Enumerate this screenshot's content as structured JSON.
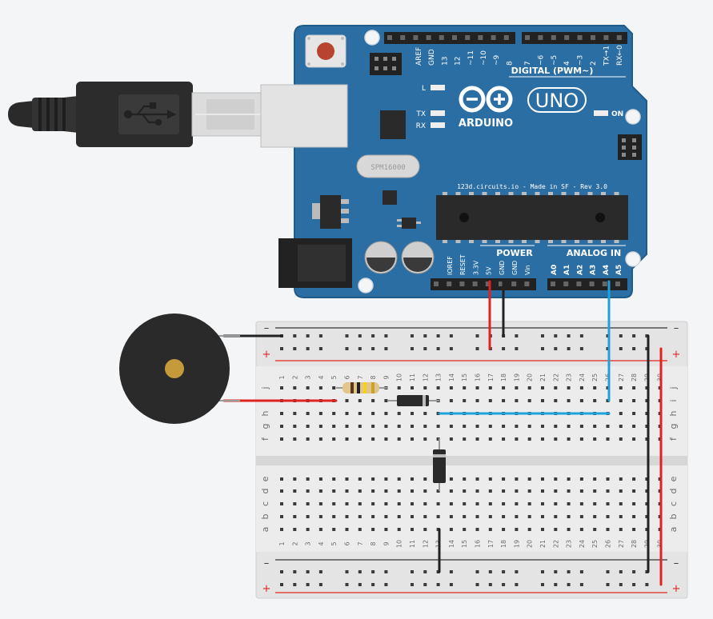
{
  "board": {
    "digital_pins": [
      "AREF",
      "GND",
      "13",
      "12",
      "~11",
      "~10",
      "~9",
      "8",
      "7",
      "~6",
      "~5",
      "4",
      "~3",
      "2",
      "TX→1",
      "RX←0"
    ],
    "digital_header_label": "DIGITAL (PWM~)",
    "l_label": "L",
    "tx_label": "TX",
    "rx_label": "RX",
    "brand": "ARDUINO",
    "model": "UNO",
    "on_label": "ON",
    "crystal_label": "SPM16000",
    "silkscreen": "123d.circuits.io - Made in SF - Rev 3.0",
    "power_header_label": "POWER",
    "analog_header_label": "ANALOG IN",
    "power_pins": [
      "IOREF",
      "RESET",
      "3.3V",
      "5V",
      "GND",
      "GND",
      "Vin"
    ],
    "analog_pins": [
      "A0",
      "A1",
      "A2",
      "A3",
      "A4",
      "A5"
    ]
  },
  "breadboard": {
    "columns": [
      "1",
      "2",
      "3",
      "4",
      "5",
      "6",
      "7",
      "8",
      "9",
      "10",
      "11",
      "12",
      "13",
      "14",
      "15",
      "16",
      "17",
      "18",
      "19",
      "20",
      "21",
      "22",
      "23",
      "24",
      "25",
      "26",
      "27",
      "28",
      "29",
      "30"
    ],
    "rows_top": [
      "j",
      "i",
      "h",
      "g",
      "f"
    ],
    "rows_bottom": [
      "e",
      "d",
      "c",
      "b",
      "a"
    ],
    "rail_minus": "–",
    "rail_plus": "+"
  },
  "colors": {
    "board": "#2b6ea3",
    "header": "#2b2b2b",
    "wire_red": "#e0231f",
    "wire_black": "#222222",
    "wire_blue": "#1ea2dc"
  },
  "components": {
    "buzzer": "piezo-buzzer",
    "resistor": "resistor",
    "diodes": [
      "diode-horizontal",
      "diode-vertical"
    ],
    "usb": "usb-b-cable"
  }
}
